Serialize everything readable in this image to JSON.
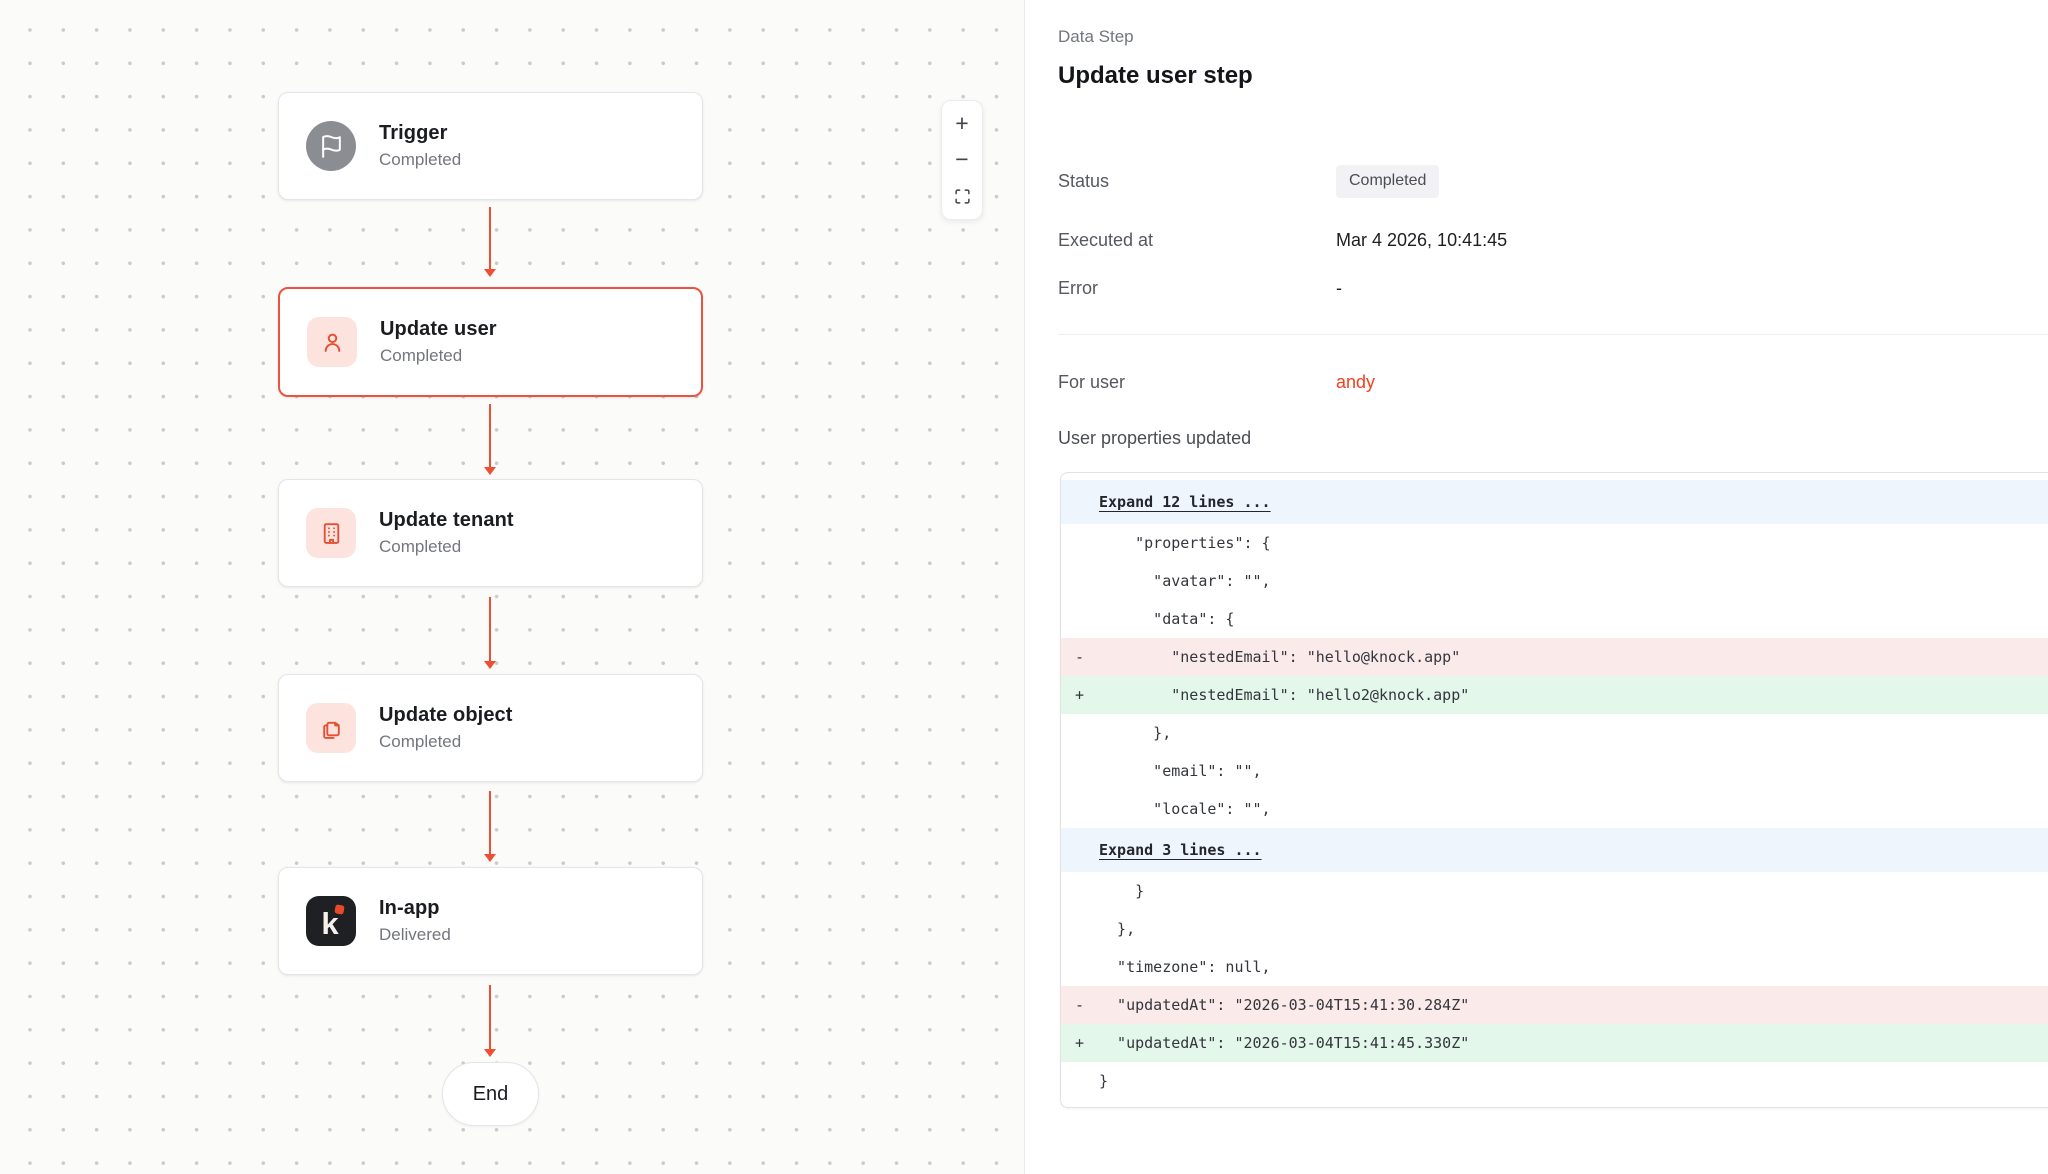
{
  "canvas": {
    "nodes": [
      {
        "title": "Trigger",
        "status": "Completed",
        "icon": "flag-icon"
      },
      {
        "title": "Update user",
        "status": "Completed",
        "icon": "user-icon",
        "selected": true
      },
      {
        "title": "Update tenant",
        "status": "Completed",
        "icon": "building-icon"
      },
      {
        "title": "Update object",
        "status": "Completed",
        "icon": "copy-icon"
      },
      {
        "title": "In-app",
        "status": "Delivered",
        "icon": "knock-logo",
        "logo_letter": "k"
      }
    ],
    "end_label": "End",
    "controls": {
      "zoom_in": "+",
      "zoom_out": "−",
      "fit": "fit-view"
    }
  },
  "panel": {
    "kicker": "Data Step",
    "title": "Update user step",
    "fields": [
      {
        "label": "Status",
        "value": "Completed"
      },
      {
        "label": "Executed at",
        "value": "Mar 4 2026, 10:41:45"
      },
      {
        "label": "Error",
        "value": "-"
      }
    ],
    "for_user_label": "For user",
    "for_user_value": "andy",
    "section_title": "User properties updated"
  },
  "diff": {
    "rows": [
      {
        "type": "expand",
        "gutter": "",
        "text": "Expand 12 lines ..."
      },
      {
        "type": "context",
        "gutter": "",
        "text": "    \"properties\": {"
      },
      {
        "type": "context",
        "gutter": "",
        "text": "      \"avatar\": \"\","
      },
      {
        "type": "context",
        "gutter": "",
        "text": "      \"data\": {"
      },
      {
        "type": "del",
        "gutter": "-",
        "text": "        \"nestedEmail\": \"hello@knock.app\""
      },
      {
        "type": "add",
        "gutter": "+",
        "text": "        \"nestedEmail\": \"hello2@knock.app\""
      },
      {
        "type": "context",
        "gutter": "",
        "text": "      },"
      },
      {
        "type": "context",
        "gutter": "",
        "text": "      \"email\": \"\","
      },
      {
        "type": "context",
        "gutter": "",
        "text": "      \"locale\": \"\","
      },
      {
        "type": "expand",
        "gutter": "",
        "text": "Expand 3 lines ..."
      },
      {
        "type": "context",
        "gutter": "",
        "text": "    }"
      },
      {
        "type": "context",
        "gutter": "",
        "text": "  },"
      },
      {
        "type": "context",
        "gutter": "",
        "text": "  \"timezone\": null,"
      },
      {
        "type": "del",
        "gutter": "-",
        "text": "  \"updatedAt\": \"2026-03-04T15:41:30.284Z\""
      },
      {
        "type": "add",
        "gutter": "+",
        "text": "  \"updatedAt\": \"2026-03-04T15:41:45.330Z\""
      },
      {
        "type": "context",
        "gutter": "",
        "text": "}"
      }
    ]
  },
  "colors": {
    "accent_red": "#EB5341",
    "arrow_red": "#EE4E34",
    "link_red": "#F5401F",
    "icon_red": "#E84E33",
    "icon_red_bg": "#FCE3DE",
    "knock_tile_bg": "#1F2023",
    "trigger_icon_bg": "#8A8D91",
    "diff_expand_bg": "#EEF5FC",
    "diff_removed_bg": "#FBEAEA",
    "diff_added_bg": "#E3F7EB",
    "badge_bg": "#F2F2F4"
  }
}
